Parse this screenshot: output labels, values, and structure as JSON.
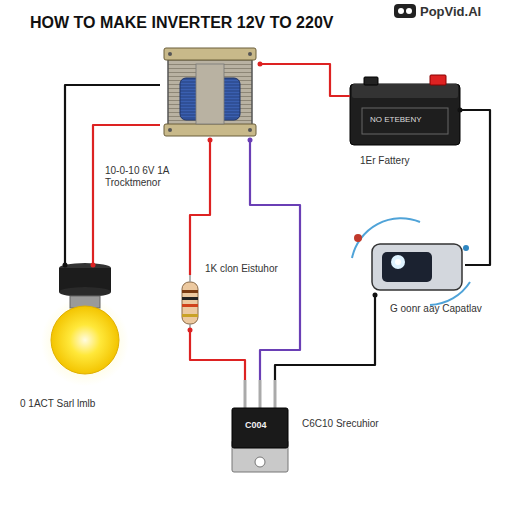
{
  "diagram": {
    "title": "HOW TO MAKE INVERTER 12V TO 220V",
    "nodes": [
      {
        "text": [
          "10-0-10 6V 1A Trocktmenor"
        ]
      },
      {
        "text": [
          "1Er Fattery"
        ]
      },
      {
        "text": [
          "1K clon Eistuhor"
        ]
      },
      {
        "text": [
          "G oonr aay Capatlav"
        ]
      },
      {
        "text": [
          "0 1ACT Sarl lmlb"
        ]
      },
      {
        "text": [
          "C6C10 Srecuhior"
        ]
      }
    ],
    "edges": [
      {
        "from": 4,
        "to": 0,
        "arrow": "none"
      },
      {
        "from": 4,
        "to": 0,
        "arrow": "none"
      },
      {
        "from": 0,
        "to": 1,
        "arrow": "none"
      },
      {
        "from": 0,
        "to": 2,
        "arrow": "none"
      },
      {
        "from": 0,
        "to": 5,
        "arrow": "none"
      },
      {
        "from": 2,
        "to": 5,
        "arrow": "none"
      },
      {
        "from": 1,
        "to": 3,
        "arrow": "none"
      },
      {
        "from": 3,
        "to": 5,
        "arrow": "none"
      }
    ],
    "labels": [
      "PopVid.AI",
      "NO ETEBENY",
      "C004"
    ]
  }
}
